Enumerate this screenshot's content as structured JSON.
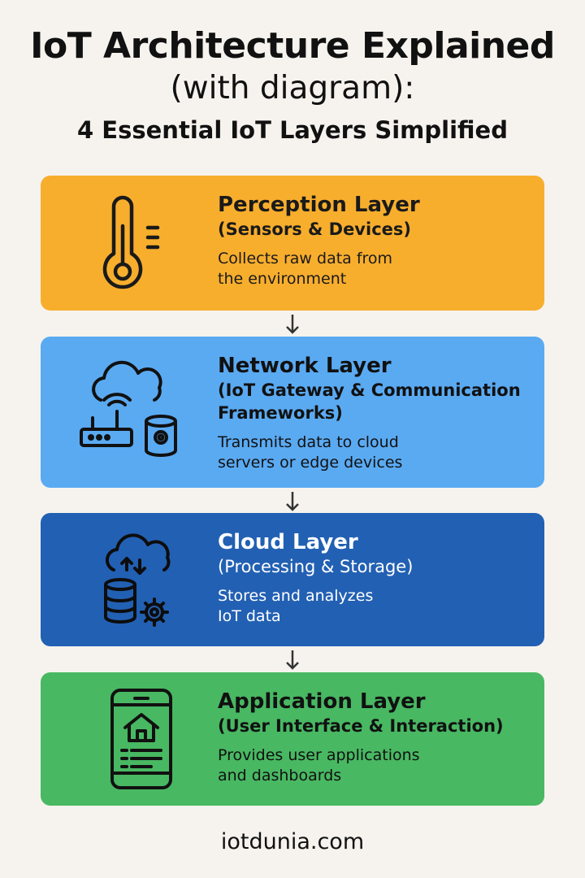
{
  "title": {
    "line1": "IoT Architecture Explained",
    "line2": "(with diagram):",
    "line3": "4 Essential IoT Layers Simplified"
  },
  "layers": [
    {
      "name": "Perception Layer",
      "subtitle": "(Sensors & Devices)",
      "description": "Collects raw data from the environment",
      "color": "#f8ae2d",
      "icon": "thermometer-icon"
    },
    {
      "name": "Network Layer",
      "subtitle": "(IoT Gateway & Communication Frameworks)",
      "description": "Transmits data to cloud servers or edge devices",
      "color": "#5aaaf2",
      "icon": "cloud-router-database-icon"
    },
    {
      "name": "Cloud Layer",
      "subtitle": "(Processing & Storage)",
      "description": "Stores and analyzes IoT data",
      "color": "#2260b3",
      "icon": "cloud-storage-gear-icon"
    },
    {
      "name": "Application Layer",
      "subtitle": "(User Interface & Interaction)",
      "description": "Provides user applications and dashboards",
      "color": "#48b862",
      "icon": "smartphone-home-icon"
    }
  ],
  "footer": "iotdunia.com"
}
